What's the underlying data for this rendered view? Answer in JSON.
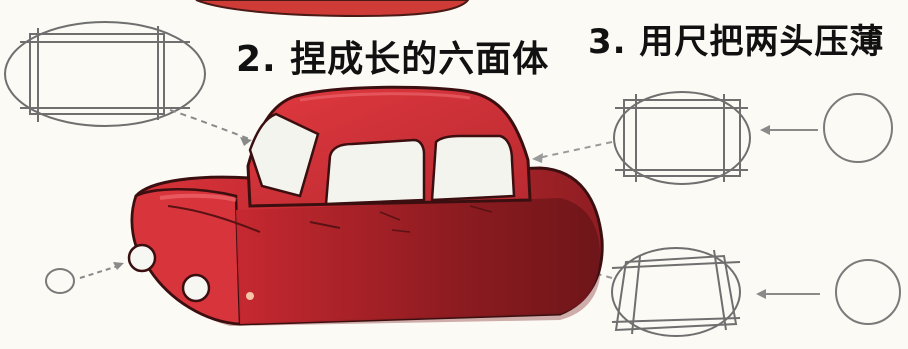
{
  "steps": {
    "step2": "2. 捏成长的六面体",
    "step3": "3. 用尺把两头压薄"
  },
  "colors": {
    "clay_red": "#d62d35",
    "clay_dark": "#8e1d22",
    "sketch_line": "#777777",
    "window_white": "#f4f4ef",
    "text": "#111111"
  },
  "icons": {
    "car": "clay-car-illustration",
    "arrows": "dashed-arrow"
  }
}
